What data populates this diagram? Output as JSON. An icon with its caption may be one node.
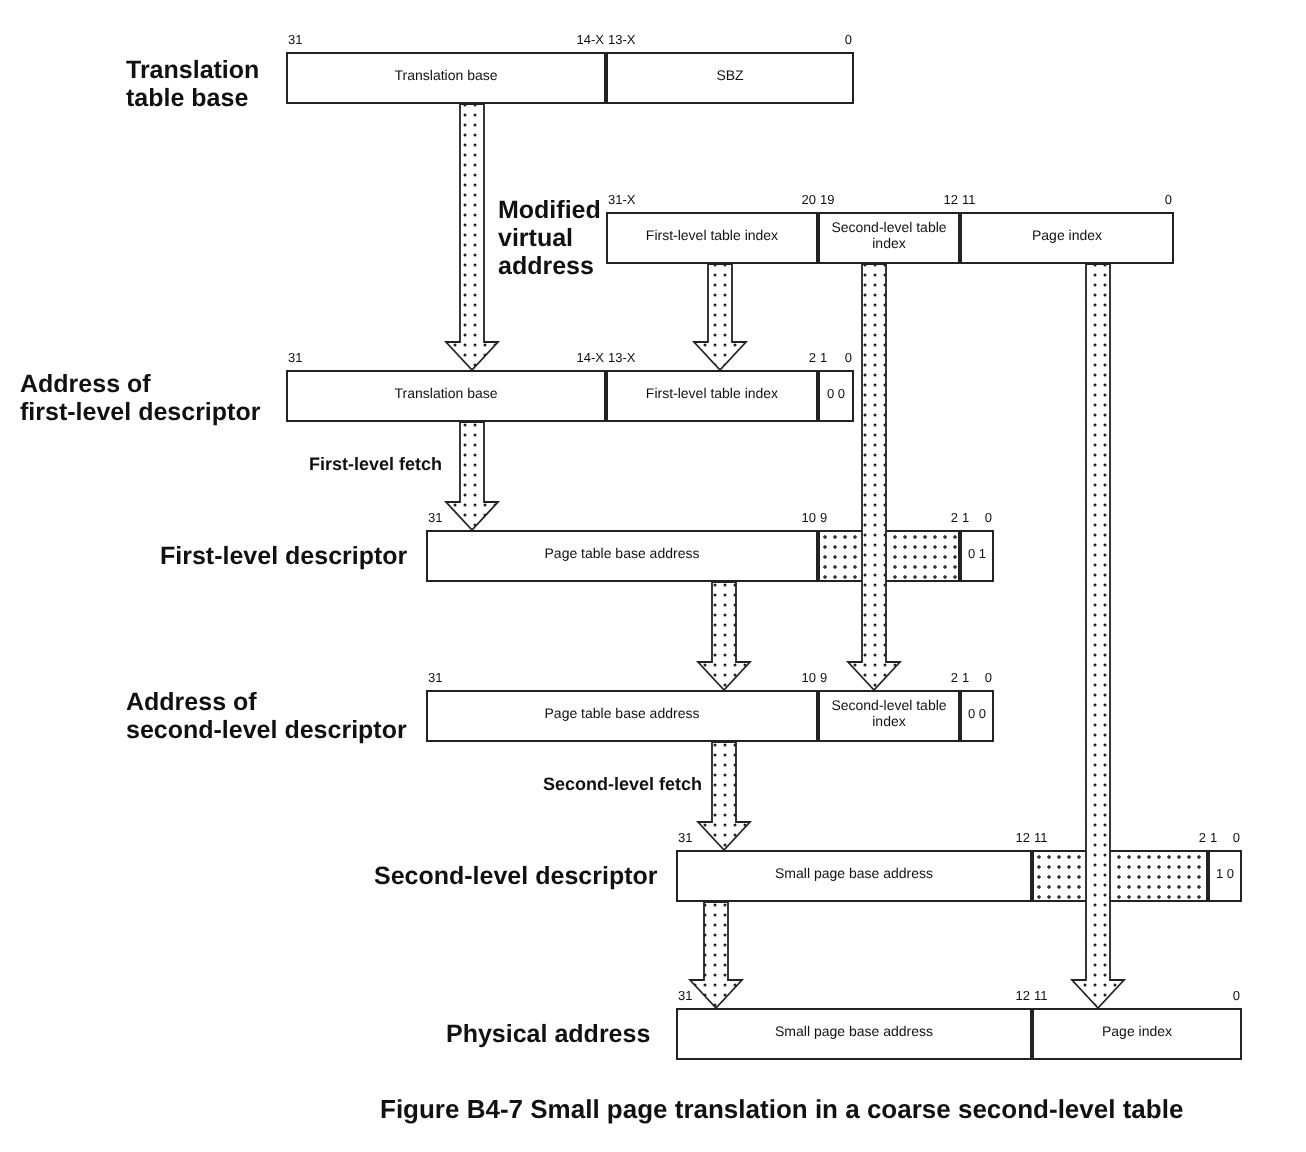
{
  "diagram": {
    "caption": "Figure B4-7 Small page translation in a coarse second-level table",
    "nodes": [
      {
        "text": [
          "Translation table base"
        ]
      },
      {
        "text": [
          "Translation base"
        ],
        "in": 0,
        "beside": [
          "31",
          "14-X"
        ]
      },
      {
        "text": [
          "SBZ"
        ],
        "in": 0,
        "beside": [
          "13-X",
          "0"
        ]
      },
      {
        "text": [
          "Modified virtual address"
        ]
      },
      {
        "text": [
          "First-level table index"
        ],
        "in": 3,
        "beside": [
          "31-X",
          "20"
        ]
      },
      {
        "text": [
          "Second-level table index"
        ],
        "in": 3,
        "beside": [
          "19",
          "12"
        ]
      },
      {
        "text": [
          "Page index"
        ],
        "in": 3,
        "beside": [
          "11",
          "0"
        ]
      },
      {
        "text": [
          "Address of first-level descriptor"
        ]
      },
      {
        "text": [
          "Translation base"
        ],
        "in": 7,
        "beside": [
          "31",
          "14-X"
        ]
      },
      {
        "text": [
          "First-level table index"
        ],
        "in": 7,
        "beside": [
          "13-X",
          "2"
        ]
      },
      {
        "text": [
          "0 0"
        ],
        "in": 7,
        "beside": [
          "1",
          "0"
        ]
      },
      {
        "text": [
          "First-level descriptor"
        ]
      },
      {
        "text": [
          "Page table base address"
        ],
        "in": 11,
        "beside": [
          "31",
          "10"
        ]
      },
      {
        "text": [],
        "shape": "box",
        "in": 11,
        "beside": [
          "9",
          "2"
        ]
      },
      {
        "text": [
          "0 1"
        ],
        "in": 11,
        "beside": [
          "1",
          "0"
        ]
      },
      {
        "text": [
          "Address of second-level descriptor"
        ]
      },
      {
        "text": [
          "Page table base address"
        ],
        "in": 15,
        "beside": [
          "31",
          "10"
        ]
      },
      {
        "text": [
          "Second-level table index"
        ],
        "in": 15,
        "beside": [
          "9",
          "2"
        ]
      },
      {
        "text": [
          "0 0"
        ],
        "in": 15,
        "beside": [
          "1",
          "0"
        ]
      },
      {
        "text": [
          "Second-level descriptor"
        ]
      },
      {
        "text": [
          "Small page base address"
        ],
        "in": 19,
        "beside": [
          "31",
          "12"
        ]
      },
      {
        "text": [],
        "shape": "box",
        "in": 19,
        "beside": [
          "11",
          "2"
        ]
      },
      {
        "text": [
          "1 0"
        ],
        "in": 19,
        "beside": [
          "1",
          "0"
        ]
      },
      {
        "text": [
          "Physical address"
        ]
      },
      {
        "text": [
          "Small page base address"
        ],
        "in": 23,
        "beside": [
          "31",
          "12"
        ]
      },
      {
        "text": [
          "Page index"
        ],
        "in": 23,
        "beside": [
          "11",
          "0"
        ]
      }
    ],
    "edges": [
      {
        "from": 1,
        "to": 8,
        "arrow": "to"
      },
      {
        "from": 4,
        "to": 9,
        "arrow": "to"
      },
      {
        "from": 8,
        "to": 12,
        "arrow": "to",
        "label": "First-level fetch"
      },
      {
        "from": 5,
        "to": 17,
        "arrow": "to"
      },
      {
        "from": 12,
        "to": 16,
        "arrow": "to"
      },
      {
        "from": 16,
        "to": 20,
        "arrow": "to",
        "label": "Second-level fetch"
      },
      {
        "from": 6,
        "to": 25,
        "arrow": "to"
      },
      {
        "from": 20,
        "to": 24,
        "arrow": "to"
      }
    ]
  }
}
